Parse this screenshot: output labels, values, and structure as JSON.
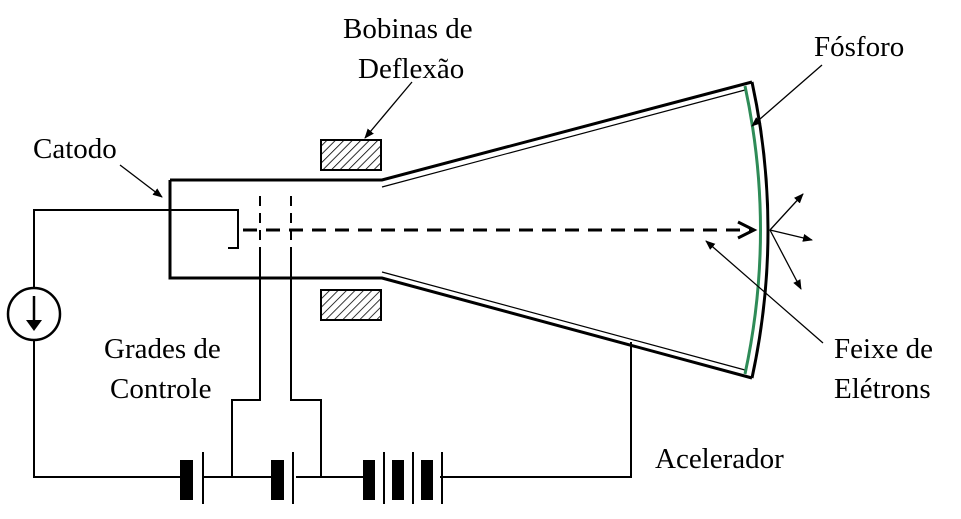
{
  "labels": {
    "bobinas_line1": "Bobinas de",
    "bobinas_line2": "Deflexão",
    "fosforo": "Fósforo",
    "catodo": "Catodo",
    "grades_line1": "Grades de",
    "grades_line2": "Controle",
    "feixe_line1": "Feixe de",
    "feixe_line2": "Elétrons",
    "acelerador": "Acelerador"
  },
  "colors": {
    "line": "#000000",
    "phosphor": "#2e8b57",
    "coil_fill": "#cccccc",
    "background": "#ffffff"
  },
  "icons": [
    "current-source-icon",
    "battery-icon",
    "deflection-coil-icon"
  ]
}
